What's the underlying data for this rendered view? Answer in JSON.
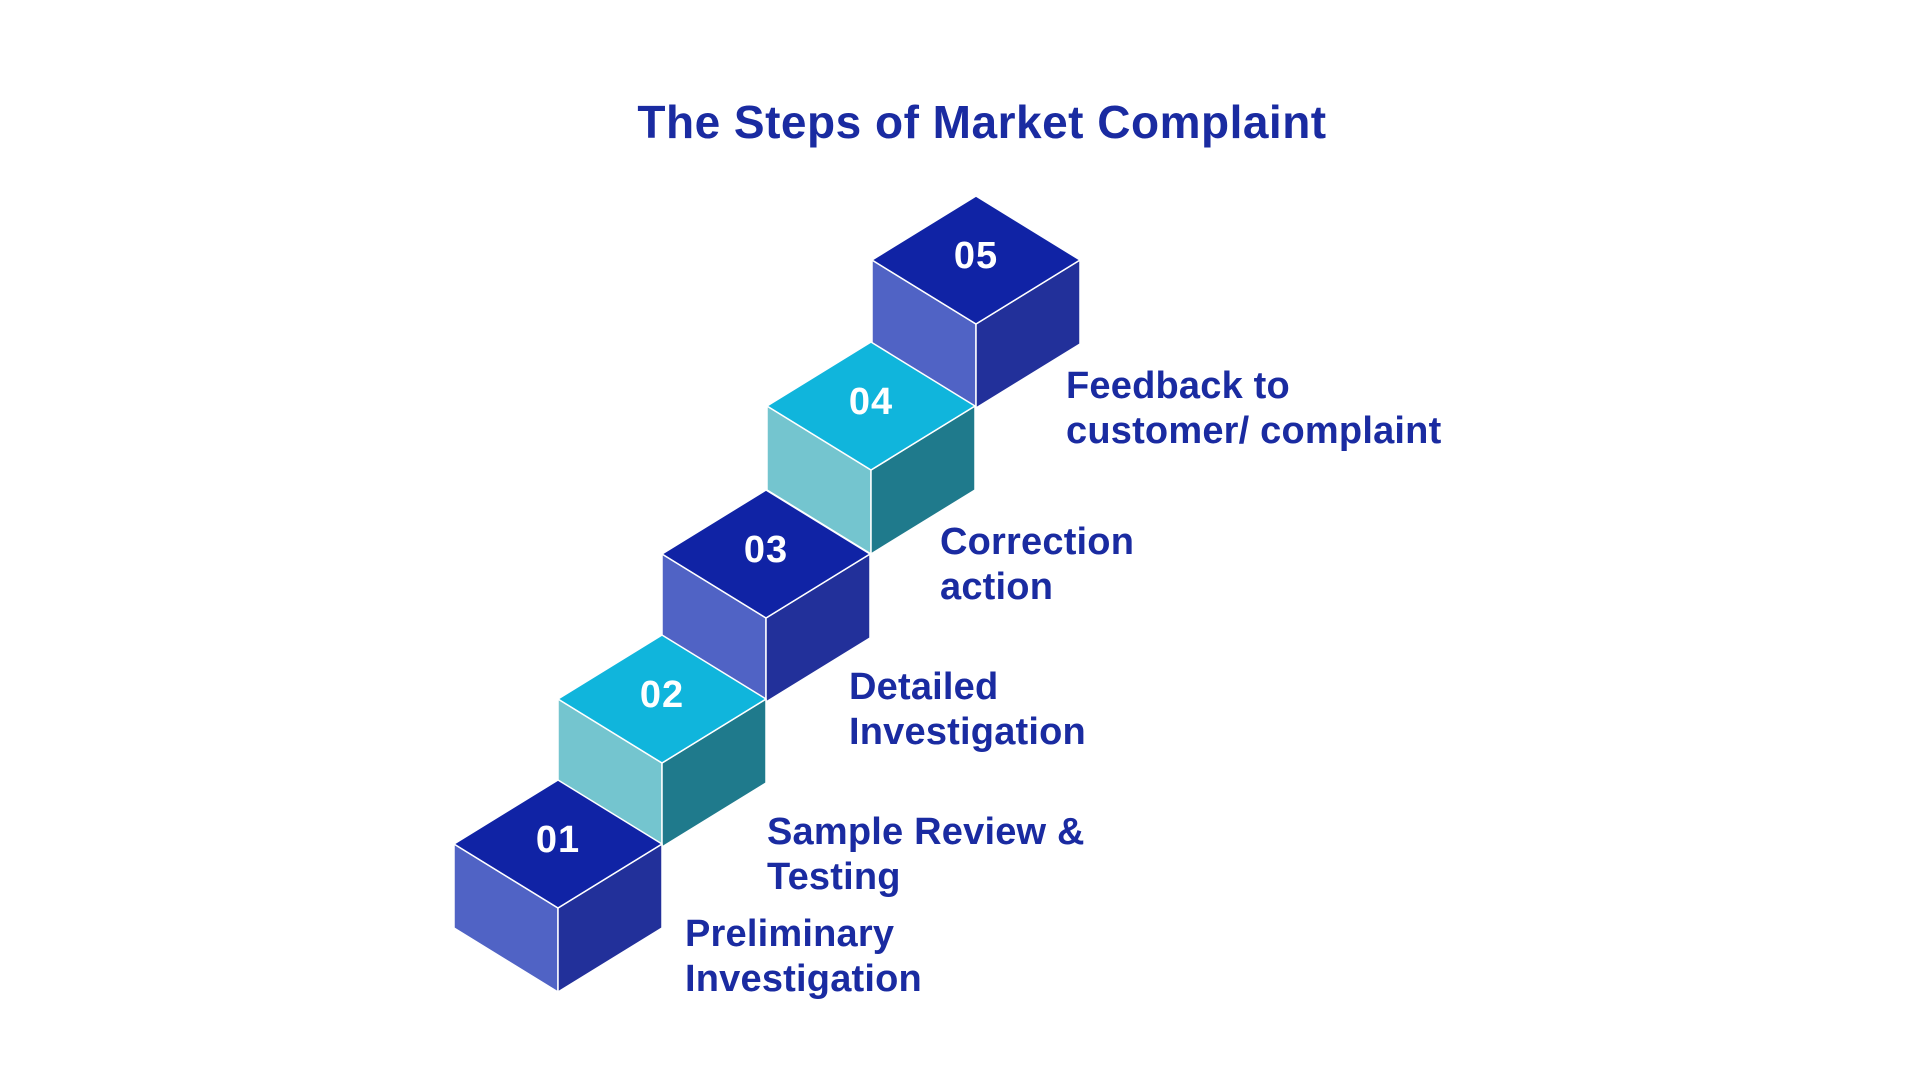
{
  "title": "The Steps of Market Complaint",
  "colors": {
    "background": "#ffffff",
    "title_text": "#1a2ba1",
    "label_text": "#1a2ba1",
    "number_text": "#ffffff",
    "cube_edge": "#ffffff",
    "blue_scheme": {
      "top": "#1023a5",
      "left": "#5063c5",
      "right": "#22309a"
    },
    "cyan_scheme": {
      "top": "#10b5dc",
      "left": "#74c5cf",
      "right": "#1f7a8c"
    }
  },
  "steps": [
    {
      "number": "01",
      "label": "Preliminary\nInvestigation",
      "colors": {
        "top": "#1023a5",
        "left": "#5063c5",
        "right": "#22309a"
      }
    },
    {
      "number": "02",
      "label": "Sample Review &\nTesting",
      "colors": {
        "top": "#10b5dc",
        "left": "#74c5cf",
        "right": "#1f7a8c"
      }
    },
    {
      "number": "03",
      "label": "Detailed\nInvestigation",
      "colors": {
        "top": "#1023a5",
        "left": "#5063c5",
        "right": "#22309a"
      }
    },
    {
      "number": "04",
      "label": "Correction\naction",
      "colors": {
        "top": "#10b5dc",
        "left": "#74c5cf",
        "right": "#1f7a8c"
      }
    },
    {
      "number": "05",
      "label": "Feedback to\ncustomer/ complaint",
      "colors": {
        "top": "#1023a5",
        "left": "#5063c5",
        "right": "#22309a"
      }
    }
  ]
}
